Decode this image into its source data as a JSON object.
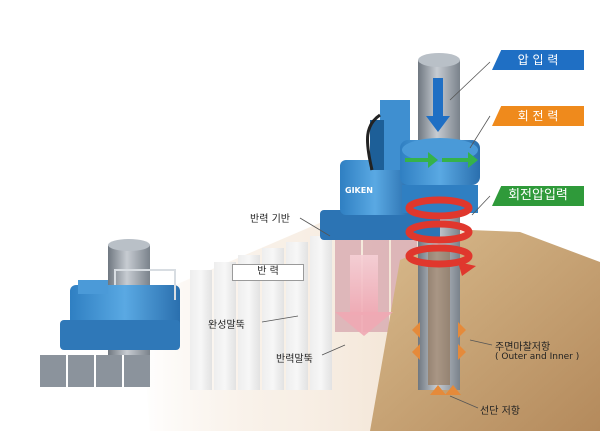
{
  "labels": {
    "press_in_force": "압 입 력",
    "rotation_force": "회 전 력",
    "rotary_press_in_force": "회전압입력",
    "reaction_base": "반력 기반",
    "reaction": "반    력",
    "completed_piles": "완성말뚝",
    "reaction_piles": "반력말뚝",
    "skin_friction": "주면마찰저항",
    "skin_friction_sub": "( Outer and Inner )",
    "tip_resistance": "선단 저항",
    "brand": "GIKEN"
  },
  "colors": {
    "press_in_tag": "#1f6fc4",
    "rotation_tag": "#ef8a1c",
    "rotary_tag": "#2f9a3a",
    "machine_blue": "#3d8fd0",
    "pile_gray": "#9aa3ad",
    "red_helix": "#e0372d",
    "green_arrow": "#35b24a",
    "soil": "#c8a77a",
    "reaction_arrow": "#f2b8c0"
  },
  "icons": {
    "down_arrow": "down-arrow-icon",
    "rotation_arrow": "rotation-arrow-icon",
    "helix": "helix-icon"
  }
}
